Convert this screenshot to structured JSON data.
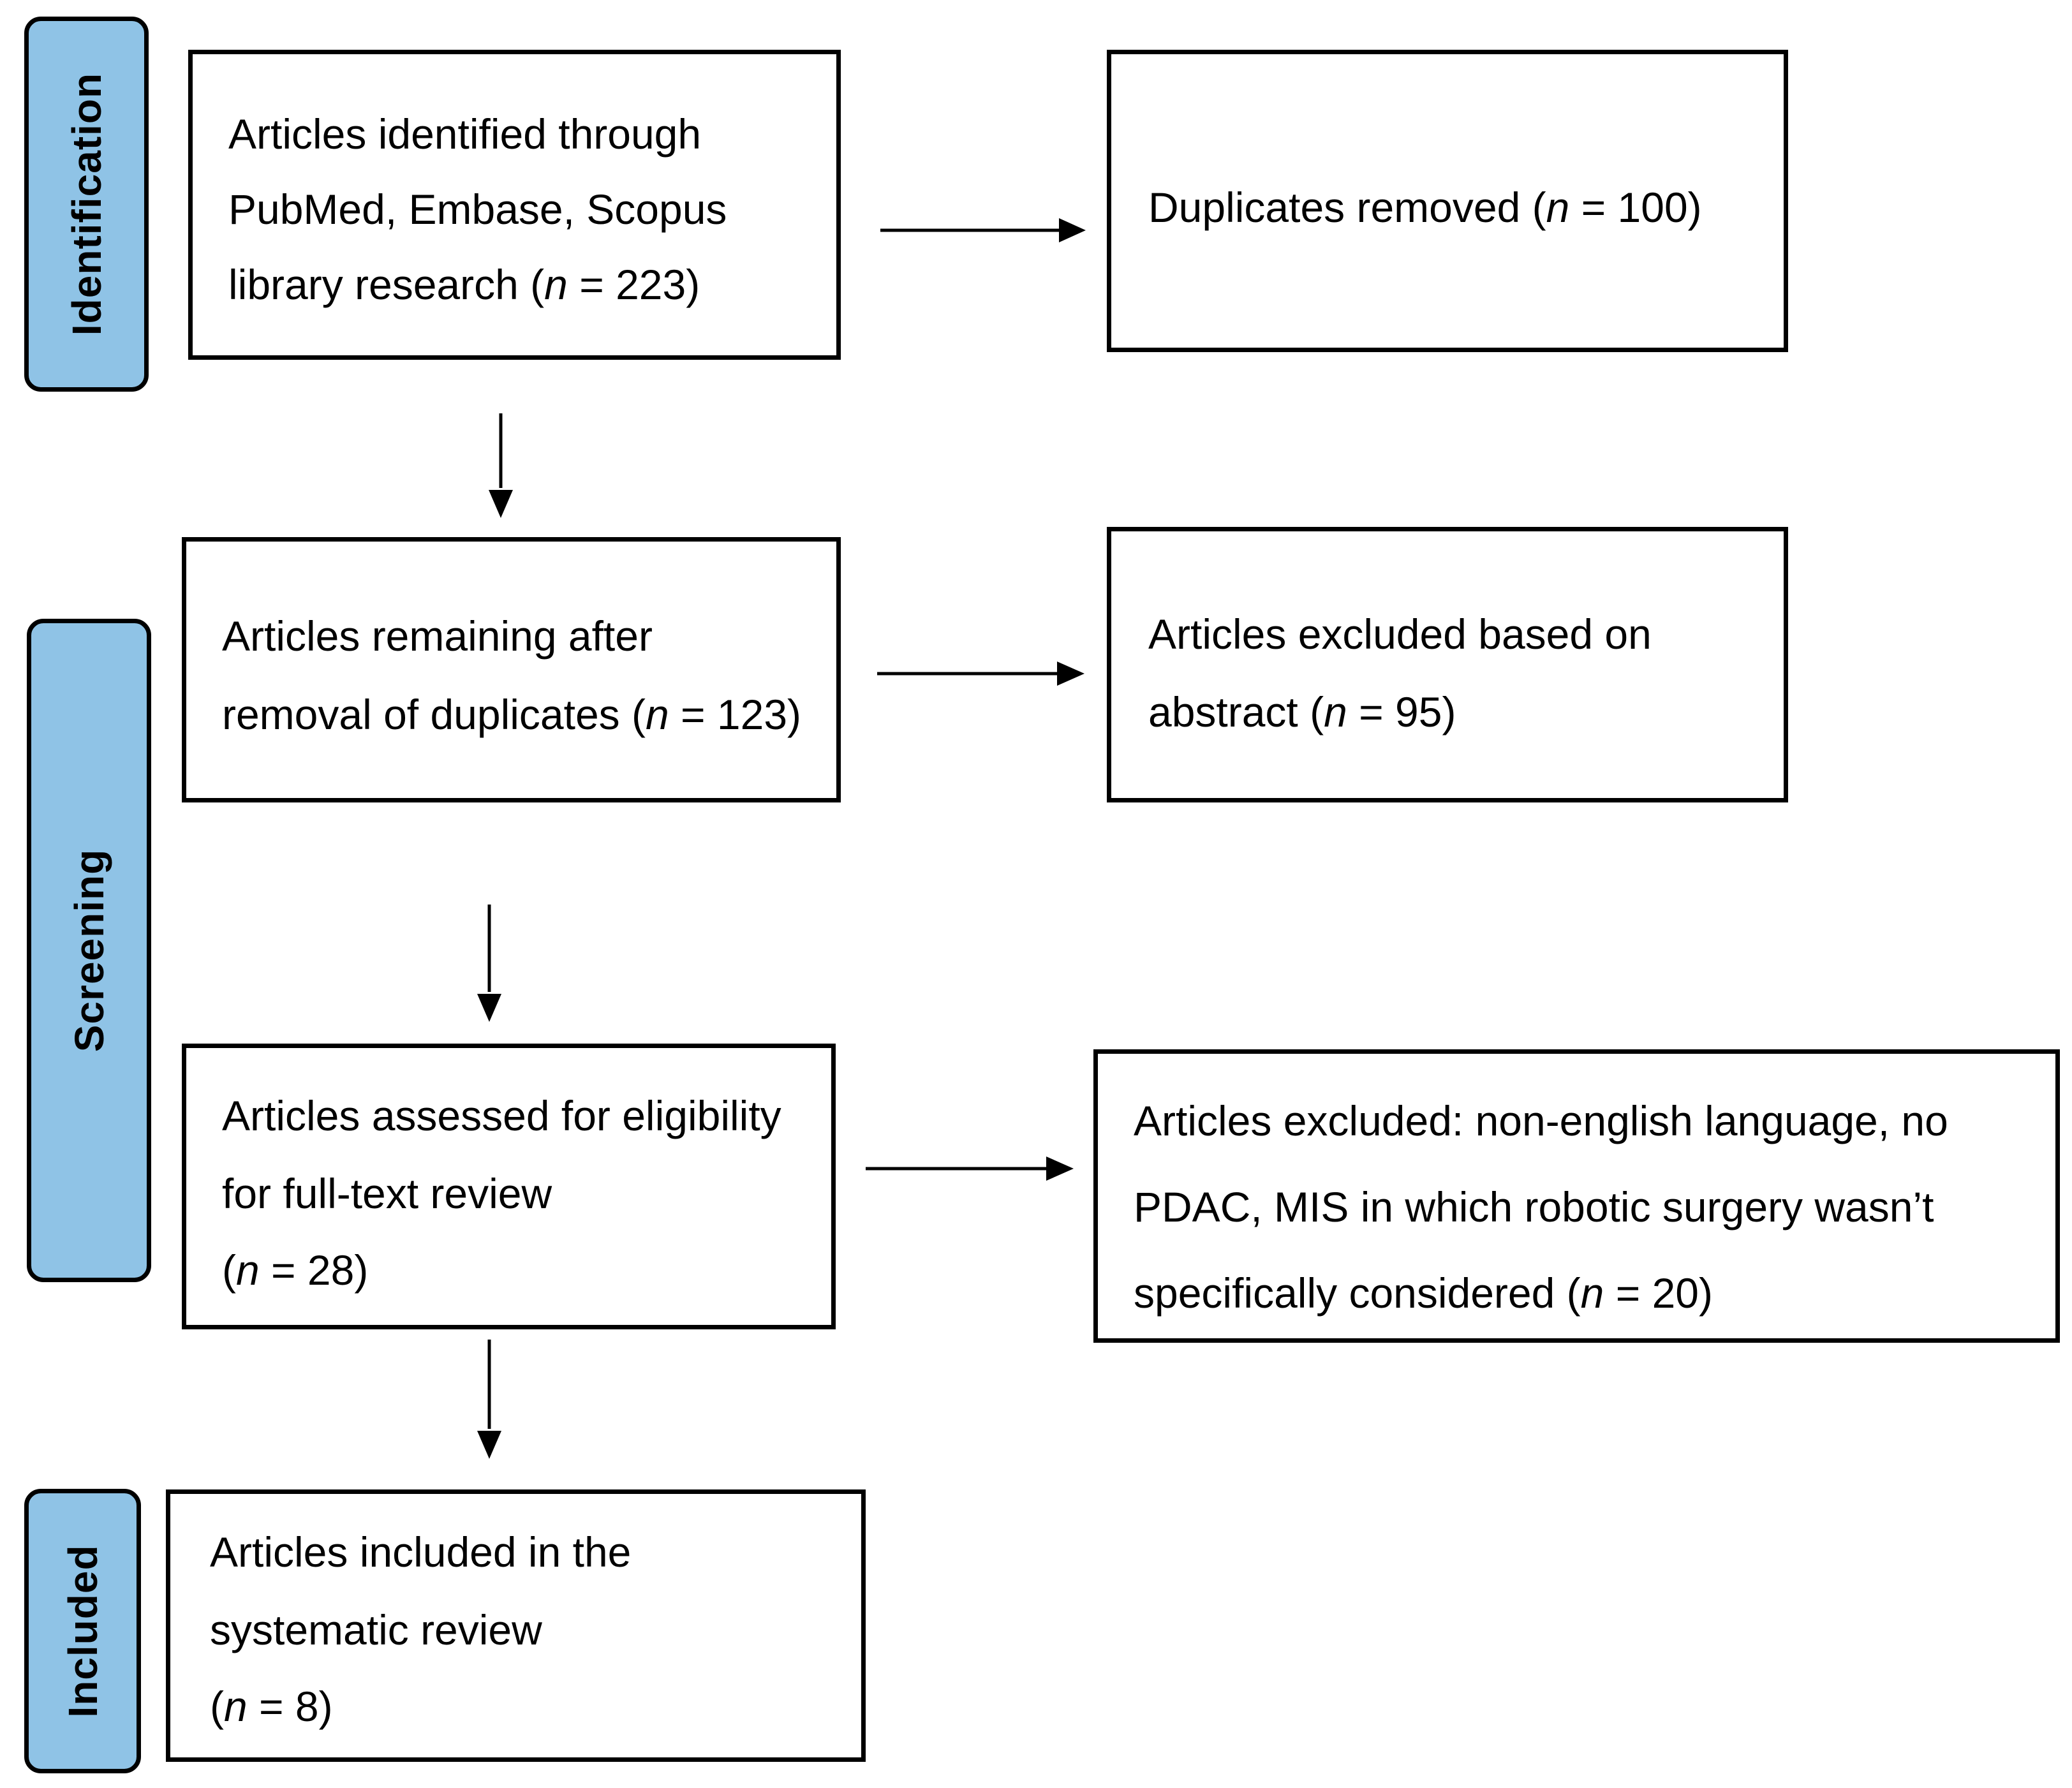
{
  "stages": {
    "identification": "Identification",
    "screening": "Screening",
    "included": "Included"
  },
  "boxes": {
    "identified": {
      "line1": "Articles identified through",
      "line2": "PubMed, Embase, Scopus",
      "line3_pre": "library research (",
      "n_symbol": "n",
      "line3_post": " = 223)"
    },
    "duplicates_removed": {
      "line1_pre": "Duplicates removed (",
      "n_symbol": "n",
      "line1_post": " = 100)"
    },
    "remaining": {
      "line1": "Articles remaining after",
      "line2_pre": "removal of duplicates (",
      "n_symbol": "n",
      "line2_post": " = 123)"
    },
    "excluded_abstract": {
      "line1": "Articles excluded based on",
      "line2_pre": "abstract (",
      "n_symbol": "n",
      "line2_post": " = 95)"
    },
    "assessed": {
      "line1": "Articles assessed for eligibility",
      "line2": "for full-text review",
      "line3_pre": "(",
      "n_symbol": "n",
      "line3_post": " = 28)"
    },
    "excluded_fulltext": {
      "line1": "Articles excluded: non-english language, no",
      "line2": "PDAC, MIS in which robotic surgery wasn’t",
      "line3_pre": "specifically considered (",
      "n_symbol": "n",
      "line3_post": " = 20)"
    },
    "included": {
      "line1": "Articles included in the",
      "line2": "systematic review",
      "line3_pre": "(",
      "n_symbol": "n",
      "line3_post": " = 8)"
    }
  },
  "colors": {
    "stage_fill": "#8fc3e6",
    "stroke": "#000000",
    "box_fill": "#ffffff"
  }
}
